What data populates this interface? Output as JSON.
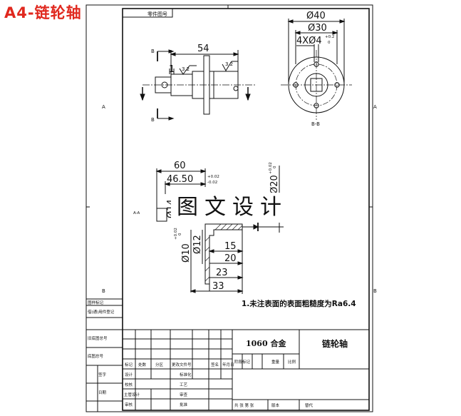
{
  "header": {
    "file_tag": "A4-链轮轴"
  },
  "watermark": "图文设计",
  "drawing": {
    "top_left_box": "零件图号",
    "section_label": "B-B",
    "cut_mark": "B",
    "border_zone": "A",
    "main_view": {
      "length": "54",
      "chamfer": "1",
      "rough_a": "3.2",
      "rough_b": "3.2"
    },
    "end_view": {
      "d_outer": "Ø40",
      "d_bolt_circle": "Ø30",
      "holes": "4XØ4",
      "holes_tol_up": "+0.2",
      "holes_tol_lo": "0"
    },
    "section_view": {
      "zone_label": "A-A",
      "dims": {
        "len_60": "60",
        "len_46": "46.50",
        "len_46_tol_up": "+0.02",
        "len_46_tol_lo": "-0.02",
        "dia_20": "Ø20",
        "dia_20_tol_up": "+0.02",
        "dia_20_tol_lo": "0",
        "dia_14": "Ø14",
        "dia_10": "Ø10",
        "dia_10_tol_up": "+0.02",
        "dia_10_tol_lo": "0",
        "dia_12": "Ø12",
        "len_15": "15",
        "len_20": "20",
        "len_23": "23",
        "len_33": "33"
      }
    },
    "note": "1.未注表面的表面粗糙度为Ra6.4"
  },
  "title_block": {
    "material": "1060 合金",
    "part_name": "链轮轴",
    "stage_headers": [
      "阶段标记",
      "重量",
      "比例"
    ],
    "sheet_info": "共 张 第 张",
    "version": "版本",
    "replace": "替代",
    "rev_headers": [
      "标记",
      "处数",
      "分区",
      "更改文件号",
      "签名",
      "年月日"
    ],
    "role_rows": [
      "设计",
      "校核",
      "主管设计",
      "审核"
    ],
    "sign_labels": [
      "标准化",
      "工艺",
      "审查",
      "批准"
    ],
    "left_strip": [
      "借(通)用件登记",
      "旧底图总号",
      "底图总号",
      "签字",
      "日期"
    ],
    "left_strip_top": "图样标记"
  }
}
